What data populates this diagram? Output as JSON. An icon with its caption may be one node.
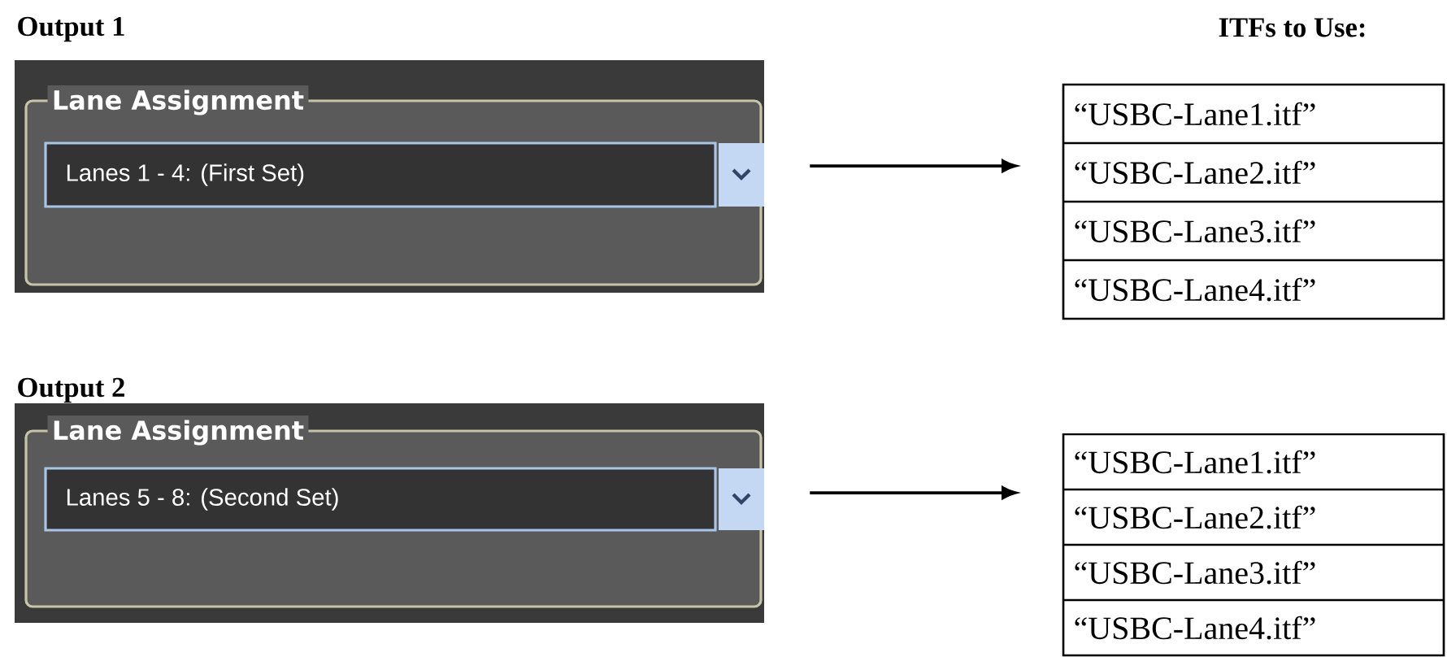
{
  "diagram": {
    "nodes": [
      {
        "text": [
          "Lane Assignment"
        ]
      },
      {
        "text": [
          "Lanes 1 - 4: (First Set)"
        ],
        "in": 0
      },
      {
        "text": [
          "“USBC-Lane1.itf”",
          "“USBC-Lane2.itf”",
          "“USBC-Lane3.itf”",
          "“USBC-Lane4.itf”"
        ]
      },
      {
        "text": [
          "Lane Assignment"
        ]
      },
      {
        "text": [
          "Lanes 5 - 8: (Second Set)"
        ],
        "in": 3
      },
      {
        "text": [
          "“USBC-Lane1.itf”",
          "“USBC-Lane2.itf”",
          "“USBC-Lane3.itf”",
          "“USBC-Lane4.itf”"
        ]
      }
    ],
    "edges": [
      {
        "from": 0,
        "to": 2,
        "arrow": "to"
      },
      {
        "from": 3,
        "to": 5,
        "arrow": "to"
      }
    ],
    "labels": [
      "Output 1",
      "ITFs to Use:",
      "Output 2"
    ]
  }
}
